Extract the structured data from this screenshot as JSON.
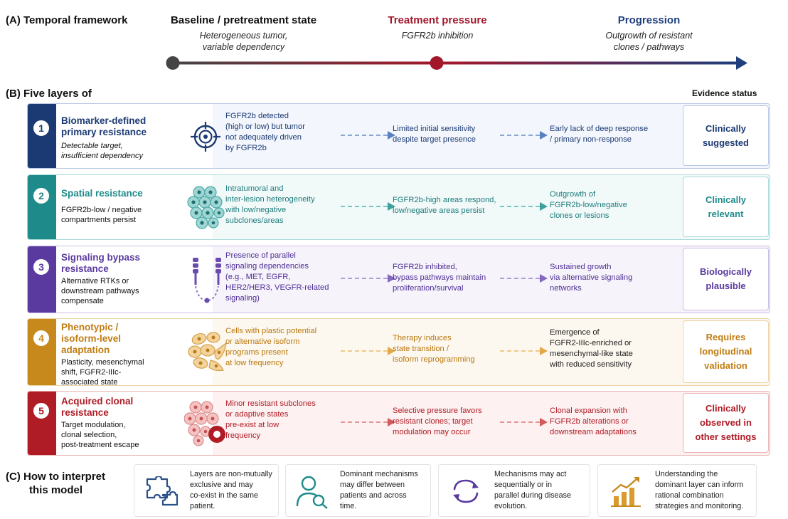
{
  "section_a": {
    "label": "(A)  Temporal framework",
    "stages": [
      {
        "title": "Baseline / pretreatment state",
        "sub1": "Heterogeneous tumor,",
        "sub2": "variable dependency",
        "color": "#111111"
      },
      {
        "title": "Treatment pressure",
        "sub1": "FGFR2b inhibition",
        "sub2": "",
        "color": "#a3172b"
      },
      {
        "title": "Progression",
        "sub1": "Outgrowth of resistant",
        "sub2": "clones / pathways",
        "color": "#1e3f7c"
      }
    ]
  },
  "section_b": {
    "label": "(B)  Five layers of",
    "evidence_header": "Evidence status",
    "layers": [
      {
        "num": "1",
        "title1": "Biomarker-defined",
        "title2": "primary resistance",
        "sub": [
          "Detectable target,",
          "insufficient dependency"
        ],
        "icon": "target-icon",
        "col1": [
          "FGFR2b detected",
          "(high or low) but tumor",
          "not adequately driven",
          "by FGFR2b"
        ],
        "col2": [
          "Limited initial sensitivity",
          "despite target presence"
        ],
        "col3": [
          "Early lack of deep response",
          "/ primary non-response"
        ],
        "evidence": [
          "Clinically",
          "suggested"
        ],
        "color": "#1b3a73",
        "bg": "#f3f6fc",
        "border": "#b8c8e6"
      },
      {
        "num": "2",
        "title1": "Spatial resistance",
        "title2": "",
        "sub": [
          "FGFR2b-low / negative",
          "compartments persist"
        ],
        "icon": "cell-cluster-icon",
        "col1": [
          "Intratumoral and",
          "inter-lesion heterogeneity",
          "with low/negative",
          "subclones/areas"
        ],
        "col2": [
          "FGFR2b-high areas respond,",
          "low/negative areas persist"
        ],
        "col3": [
          "Outgrowth of",
          "FGFR2b-low/negative",
          "clones or lesions"
        ],
        "evidence": [
          "Clinically",
          "relevant"
        ],
        "color": "#1f8a8a",
        "bg": "#f1f9f9",
        "border": "#a9dad8"
      },
      {
        "num": "3",
        "title1": "Signaling bypass",
        "title2": "resistance",
        "sub": [
          "Alternative RTKs or",
          "downstream pathways",
          "compensate"
        ],
        "icon": "receptor-icon",
        "col1": [
          "Presence of parallel",
          "signaling dependencies",
          "(e.g., MET, EGFR,",
          "HER2/HER3, VEGFR-related",
          "signaling)"
        ],
        "col2": [
          "FGFR2b inhibited,",
          "bypass pathways maintain",
          "proliferation/survival"
        ],
        "col3": [
          "Sustained growth",
          "via alternative signaling",
          "networks"
        ],
        "evidence": [
          "Biologically",
          "plausible"
        ],
        "color": "#5b3aa0",
        "bg": "#f6f3fb",
        "border": "#cbbde6"
      },
      {
        "num": "4",
        "title1": "Phenotypic /",
        "title2": "isoform-level",
        "title3": "adaptation",
        "sub": [
          "Plasticity, mesenchymal",
          "shift, FGFR2-IIIc-",
          "associated state"
        ],
        "icon": "spindle-cells-icon",
        "col1": [
          "Cells with plastic potential",
          "or alternative isoform",
          "programs present",
          "at low frequency"
        ],
        "col2": [
          "Therapy induces",
          "state transition /",
          "isoform reprogramming"
        ],
        "col3": [
          "Emergence of",
          "FGFR2-IIIc-enriched or",
          "mesenchymal-like state",
          "with reduced sensitivity"
        ],
        "evidence": [
          "Requires",
          "longitudinal",
          "validation"
        ],
        "color": "#c8891c",
        "bg": "#fdf8ef",
        "border": "#ecd3a3"
      },
      {
        "num": "5",
        "title1": "Acquired clonal",
        "title2": "resistance",
        "sub": [
          "Target modulation,",
          "clonal selection,",
          "post-treatment escape"
        ],
        "icon": "clonal-cells-icon",
        "col1": [
          "Minor resistant subclones",
          "or adaptive states",
          "pre-exist at low",
          "frequency"
        ],
        "col2": [
          "Selective pressure favors",
          "resistant clones; target",
          "modulation may occur"
        ],
        "col3": [
          "Clonal expansion with",
          "FGFR2b alterations or",
          "downstream adaptations"
        ],
        "evidence": [
          "Clinically",
          "observed in",
          "other settings"
        ],
        "color": "#b01c26",
        "bg": "#fdf1f1",
        "border": "#eab3b3"
      }
    ]
  },
  "section_c": {
    "label1": "(C)  How to interpret",
    "label2": "this model",
    "items": [
      {
        "icon": "puzzle-icon",
        "text": [
          "Layers are non-mutually",
          "exclusive and may",
          "co-exist in the same",
          "patient."
        ],
        "color": "#2b4f8c"
      },
      {
        "icon": "person-search-icon",
        "text": [
          "Dominant mechanisms",
          "may differ between",
          "patients and across",
          "time."
        ],
        "color": "#1f8a8a"
      },
      {
        "icon": "cycle-arrows-icon",
        "text": [
          "Mechanisms may act",
          "sequentially or in",
          "parallel during disease",
          "evolution."
        ],
        "color": "#5b3aa0"
      },
      {
        "icon": "growth-chart-icon",
        "text": [
          "Understanding the",
          "dominant layer can inform",
          "rational combination",
          "strategies and monitoring."
        ],
        "color": "#c8891c"
      }
    ]
  }
}
